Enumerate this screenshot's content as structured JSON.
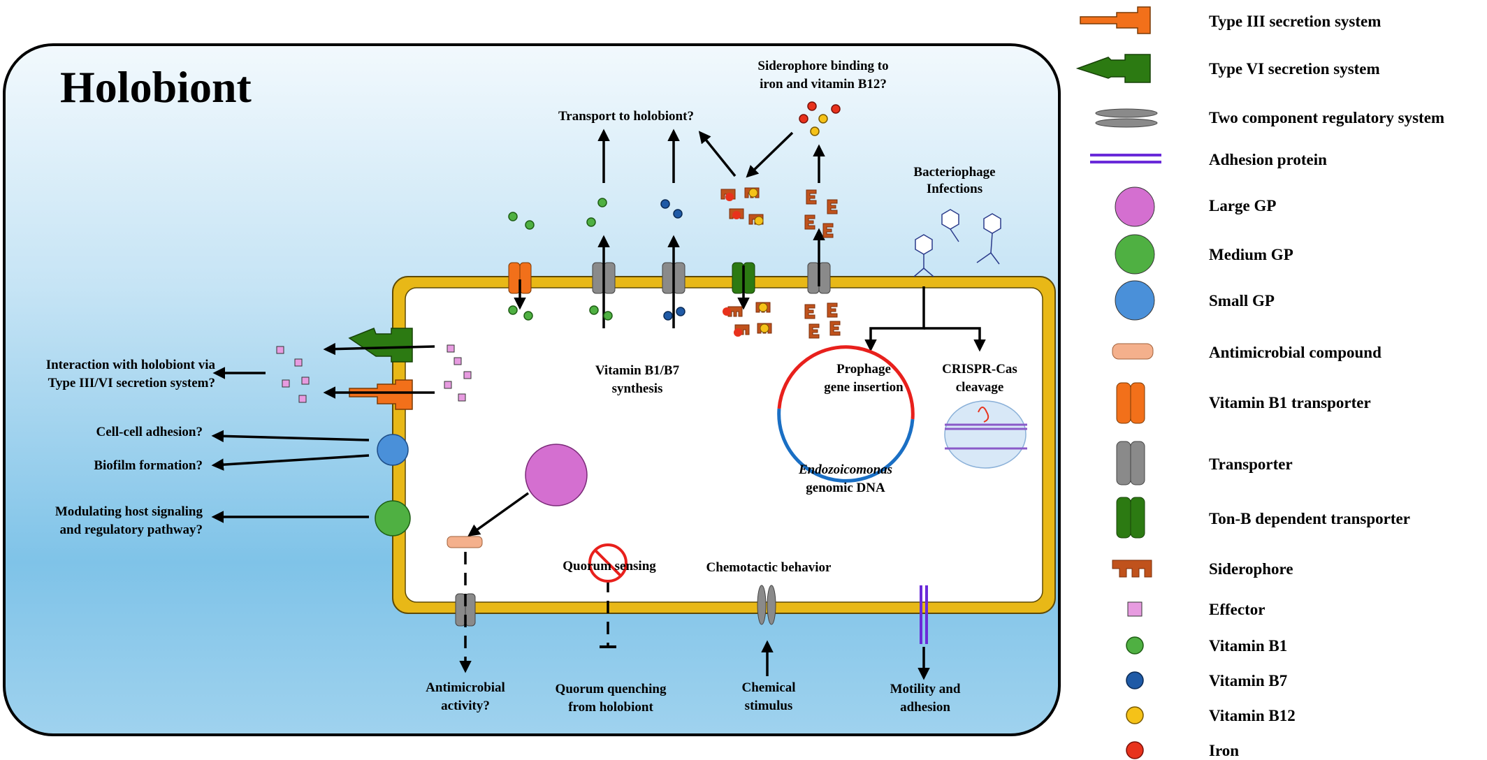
{
  "title": "Holobiont",
  "labels": {
    "siderophore_q1": "Siderophore binding to",
    "siderophore_q2": "iron and vitamin B12?",
    "transport": "Transport to holobiont?",
    "phage1": "Bacteriophage",
    "phage2": "Infections",
    "interaction1": "Interaction with holobiont via",
    "interaction2": "Type III/VI secretion system?",
    "adhesion": "Cell-cell adhesion?",
    "biofilm": "Biofilm formation?",
    "modulating1": "Modulating host signaling",
    "modulating2": "and regulatory pathway?",
    "vit_synth1": "Vitamin B1/B7",
    "vit_synth2": "synthesis",
    "prophage1": "Prophage",
    "prophage2": "gene insertion",
    "crispr1": "CRISPR-Cas",
    "crispr2": "cleavage",
    "genome1": "Endozoicomonas",
    "genome2": "genomic DNA",
    "quorum": "Quorum sensing",
    "chemotactic": "Chemotactic behavior",
    "antimicrobial1": "Antimicrobial",
    "antimicrobial2": "activity?",
    "quench1": "Quorum quenching",
    "quench2": "from holobiont",
    "chemical1": "Chemical",
    "chemical2": "stimulus",
    "motility1": "Motility and",
    "motility2": "adhesion"
  },
  "legend": [
    {
      "label": "Type III secretion system",
      "icon": "type3-secretion-icon"
    },
    {
      "label": "Type VI secretion system",
      "icon": "type6-secretion-icon"
    },
    {
      "label": "Two component regulatory system",
      "icon": "two-component-icon"
    },
    {
      "label": "Adhesion protein",
      "icon": "adhesion-protein-icon"
    },
    {
      "label": "Large GP",
      "icon": "large-gp-icon"
    },
    {
      "label": "Medium GP",
      "icon": "medium-gp-icon"
    },
    {
      "label": "Small GP",
      "icon": "small-gp-icon"
    },
    {
      "label": "Antimicrobial compound",
      "icon": "antimicrobial-compound-icon"
    },
    {
      "label": "Vitamin B1 transporter",
      "icon": "vitamin-b1-transporter-icon"
    },
    {
      "label": "Transporter",
      "icon": "transporter-icon"
    },
    {
      "label": "Ton-B dependent transporter",
      "icon": "tonb-transporter-icon"
    },
    {
      "label": "Siderophore",
      "icon": "siderophore-icon"
    },
    {
      "label": "Effector",
      "icon": "effector-icon"
    },
    {
      "label": "Vitamin B1",
      "icon": "vitamin-b1-icon"
    },
    {
      "label": "Vitamin B7",
      "icon": "vitamin-b7-icon"
    },
    {
      "label": "Vitamin B12",
      "icon": "vitamin-b12-icon"
    },
    {
      "label": "Iron",
      "icon": "iron-icon"
    }
  ],
  "colors": {
    "membrane": "#e8b817",
    "type3": "#f2701a",
    "type6": "#2c7a12",
    "transporter": "#808080",
    "adhesion": "#6a2bd9",
    "large_gp": "#d46fd0",
    "medium_gp": "#4fb042",
    "small_gp": "#4a90d9",
    "antimicrobial": "#f4b08c",
    "siderophore": "#c0521c",
    "effector": "#e79be0",
    "vit_b1": "#4fb042",
    "vit_b7": "#1f5aa6",
    "vit_b12": "#f5c218",
    "iron": "#e8321c",
    "dna_red": "#e8201c",
    "dna_blue": "#1a6fc4"
  }
}
